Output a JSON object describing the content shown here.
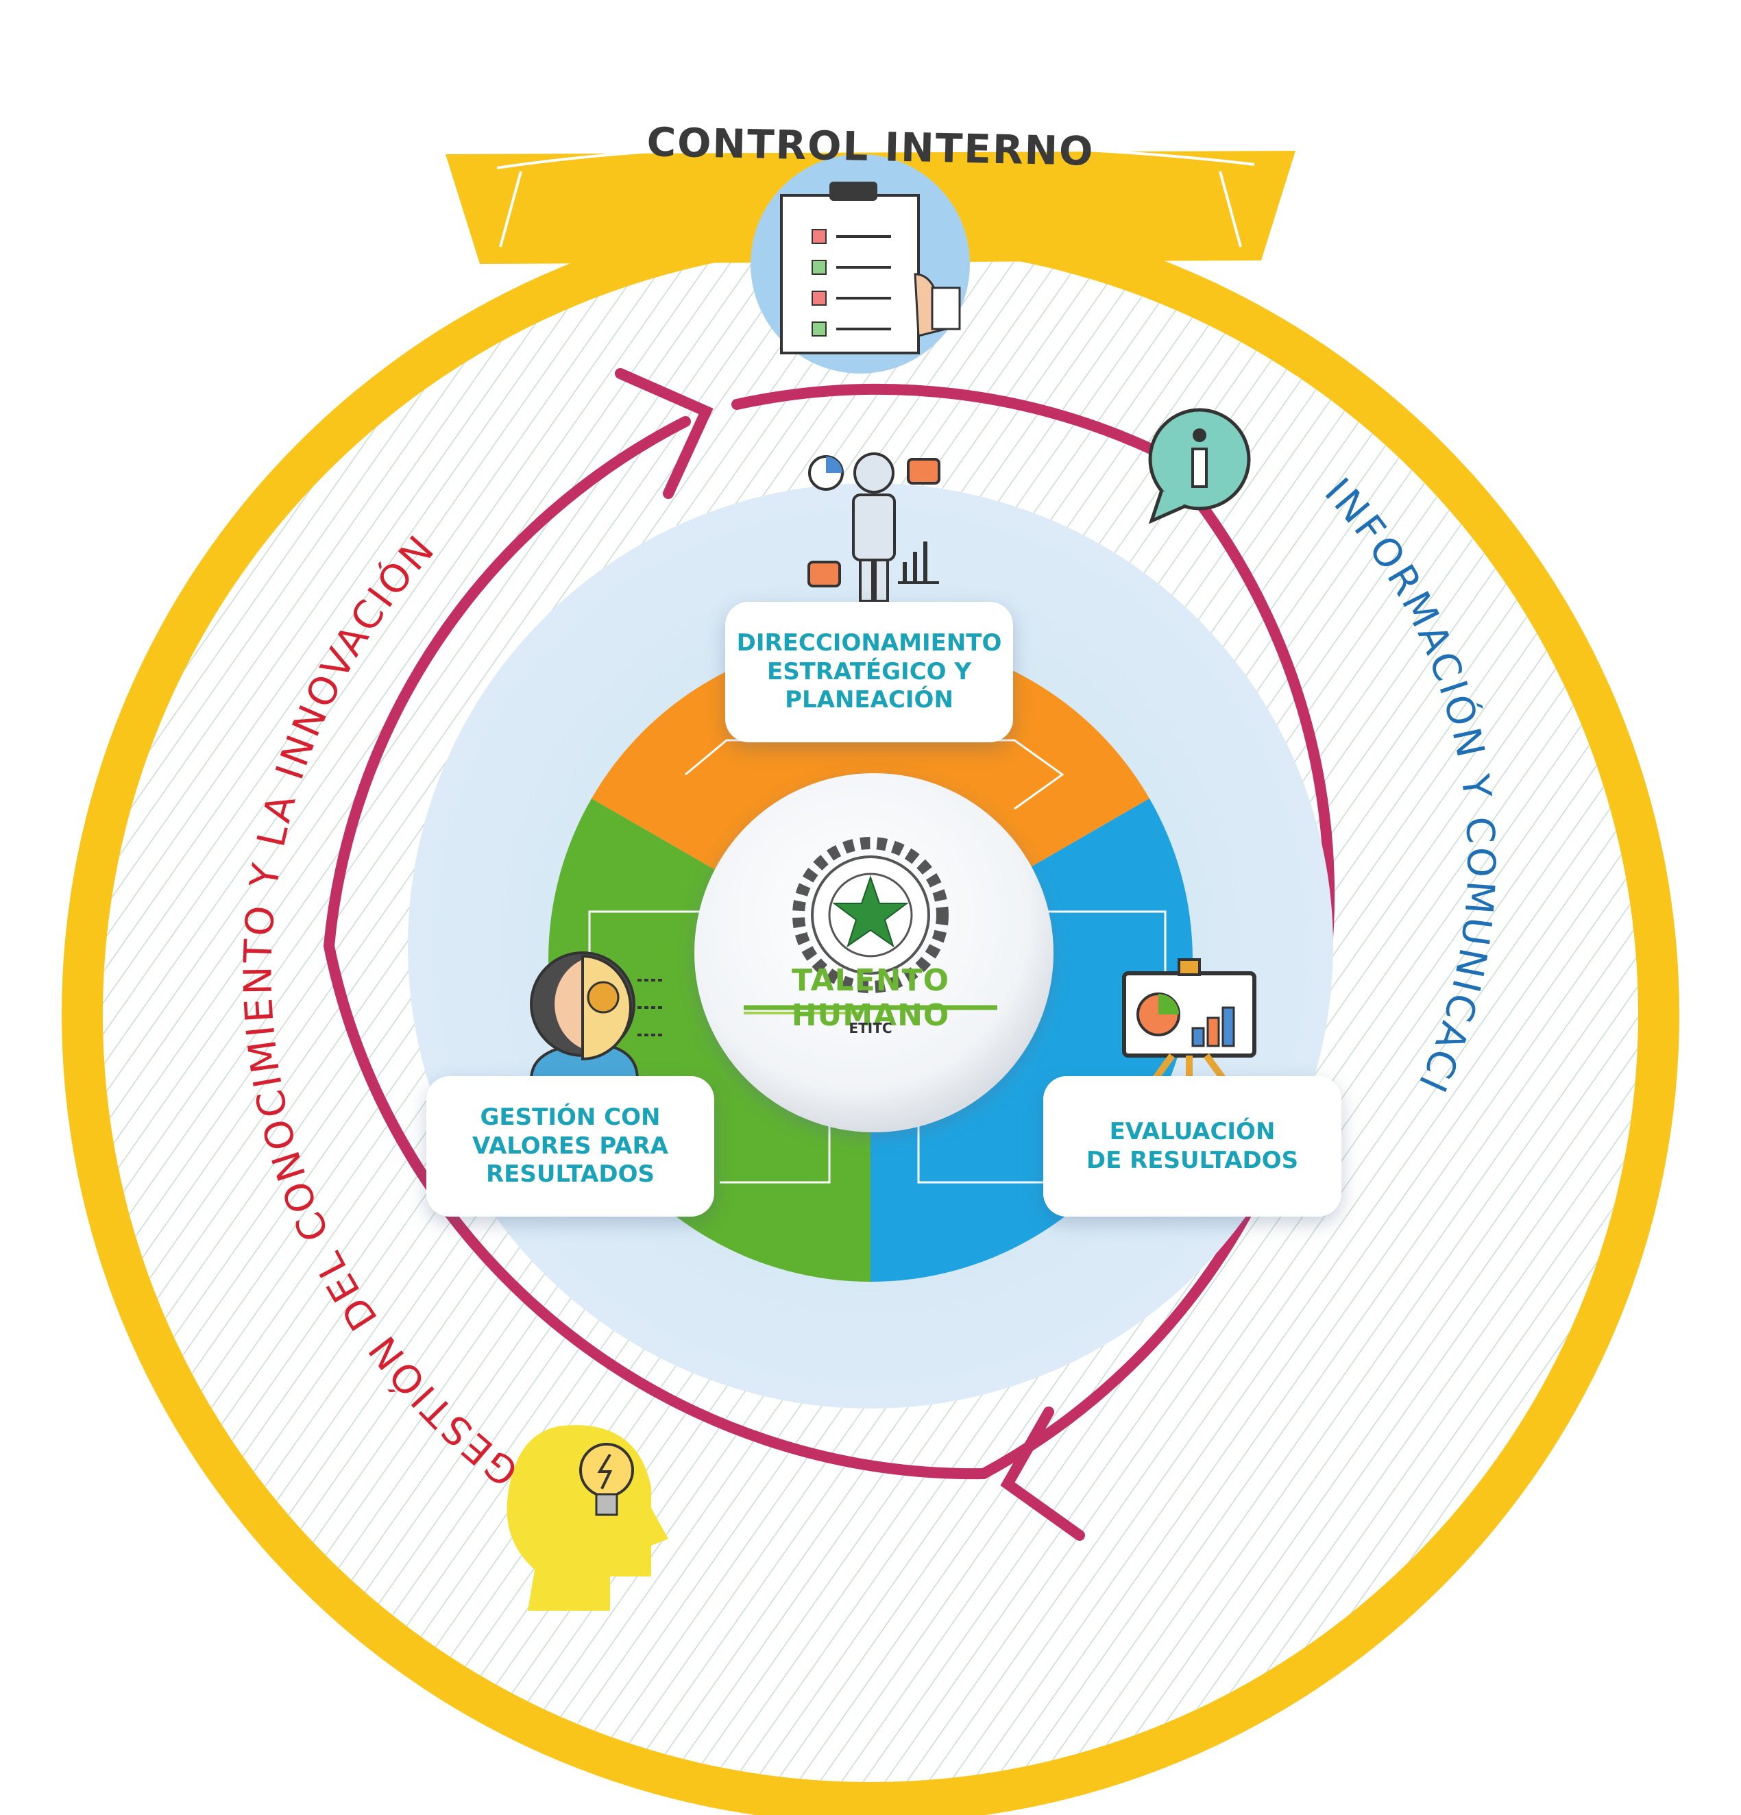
{
  "banner": {
    "title": "CONTROL INTERNO"
  },
  "center": {
    "title": "TALENTO HUMANO",
    "subtitle": "ETITC"
  },
  "dimensions": {
    "top": "DIRECCIONAMIENTO\nESTRATÉGICO Y\nPLANEACIÓN",
    "left": "GESTIÓN CON\nVALORES PARA\nRESULTADOS",
    "right": "EVALUACIÓN\nDE RESULTADOS"
  },
  "ring_labels": {
    "right": "INFORMACIÓN Y COMUNICACIÓN",
    "left": "GESTIÓN DEL CONOCIMIENTO Y LA INNOVACIÓN"
  },
  "colors": {
    "outer_ring": "#f9c51b",
    "cycle_arrows": "#c22f63",
    "top_segment": "#f7931e",
    "left_segment": "#5fb130",
    "right_segment": "#1ea3e0",
    "right_ring_text": "#1f6fb5",
    "left_ring_text": "#d6202f",
    "card_text": "#1aa3b8",
    "logo_green": "#6bb532"
  },
  "icons": {
    "banner": "clipboard-checklist-icon",
    "info": "info-speech-bubble-icon",
    "idea": "lightbulb-head-icon",
    "top": "person-analytics-icon",
    "left": "person-gear-mind-icon",
    "right": "presentation-chart-icon",
    "center": "gear-star-emblem-icon"
  }
}
